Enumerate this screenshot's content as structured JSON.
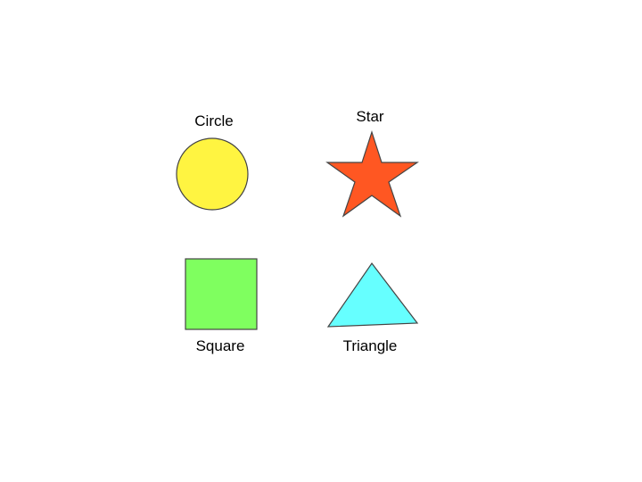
{
  "labels": {
    "circle": "Circle",
    "star": "Star",
    "square": "Square",
    "triangle": "Triangle"
  },
  "colors": {
    "circle_fill": "#FFF441",
    "star_fill": "#FF5722",
    "square_fill": "#7FFF5F",
    "triangle_fill": "#66FFFF",
    "outline": "#444444"
  }
}
